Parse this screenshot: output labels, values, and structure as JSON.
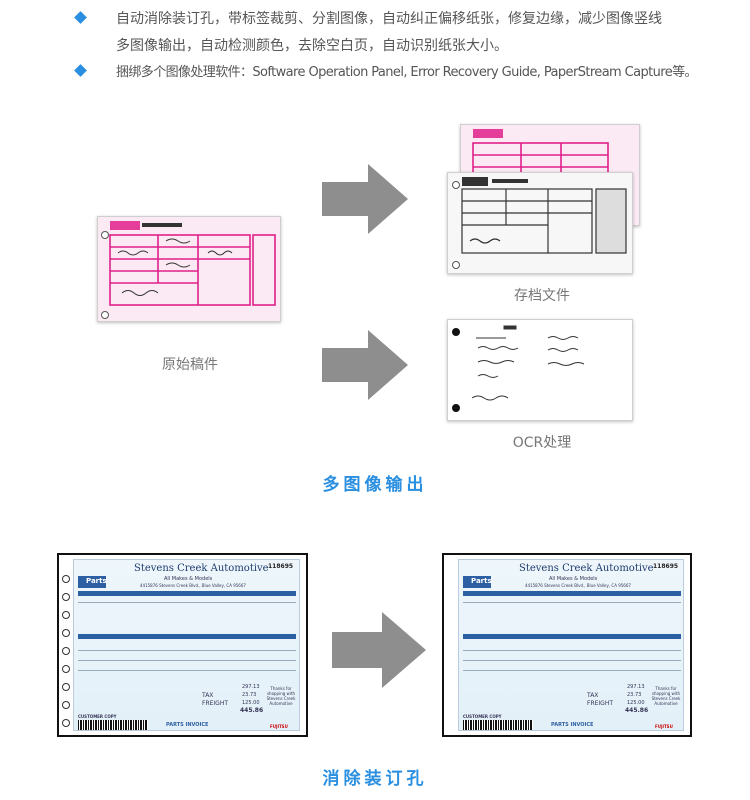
{
  "bullets": [
    {
      "line1": "自动消除装订孔，带标签裁剪、分割图像，自动纠正偏移纸张，修复边缘，减少图像竖线",
      "line2": "多图像输出，自动检测颜色，去除空白页，自动识别纸张大小。"
    },
    {
      "line1": "捆绑多个图像处理软件：Software Operation Panel, Error Recovery Guide, PaperStream Capture等。"
    }
  ],
  "section1": {
    "title": "多图像输出",
    "original_label": "原始稿件",
    "archive_label": "存档文件",
    "ocr_label": "OCR处理"
  },
  "section2": {
    "title": "消除装订孔"
  },
  "invoice": {
    "company": "Stevens Creek Automotive",
    "subtitle": "All Makes & Models",
    "address": "4415876 Stevens Creek Blvd., Blue Valley, CA 95667",
    "number": "118695",
    "logo_text": "Parts",
    "footer_left": "CUSTOMER COPY",
    "footer_center": "PARTS INVOICE",
    "total1": "297.13",
    "total2": "23.73",
    "total3": "125.00",
    "total4": "445.86",
    "tax_label": "TAX",
    "freight_label": "FREIGHT",
    "thanks": "Thanks for shopping with Stevens Creek Automotive",
    "brand": "FUJITSU"
  },
  "colors": {
    "accent": "#2a8fe0",
    "pink_form": "#e0208a",
    "arrow": "#8e8e8e"
  }
}
